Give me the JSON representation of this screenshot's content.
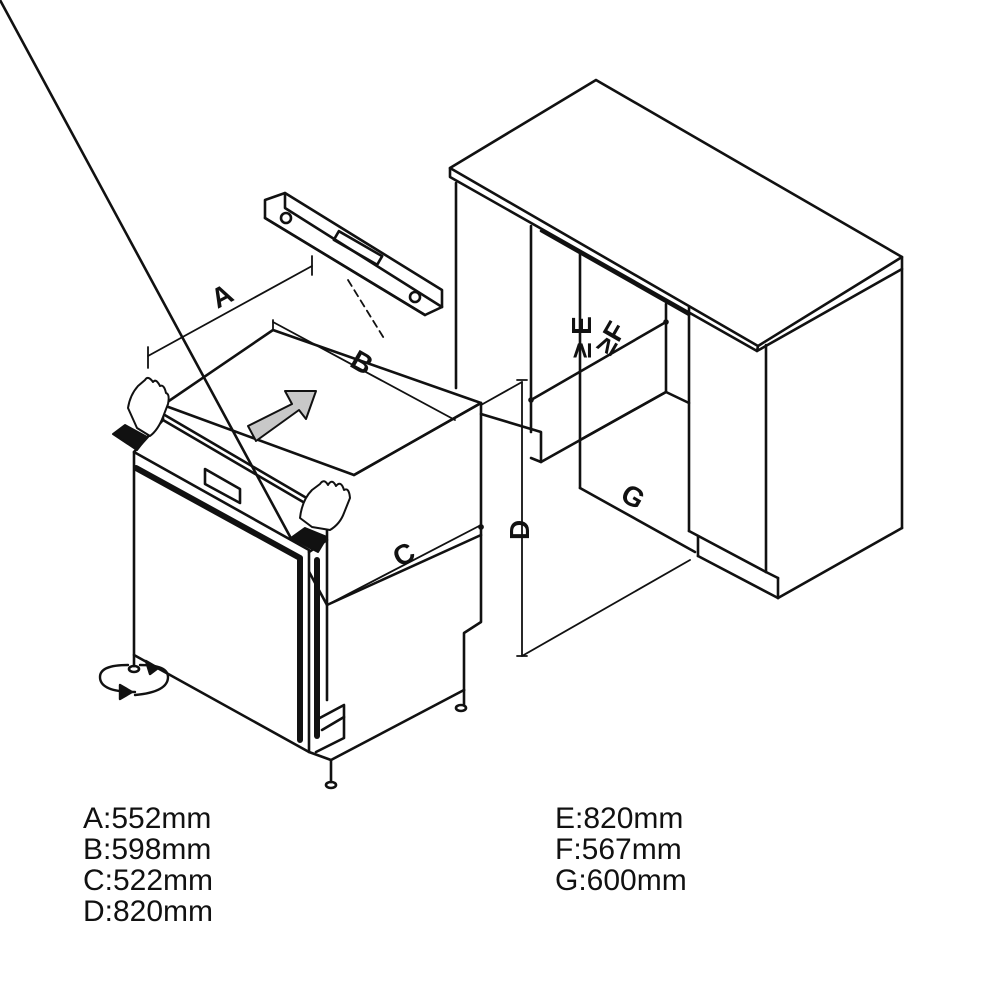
{
  "labels": {
    "A": "A",
    "B": "B",
    "C": "C",
    "D": "D",
    "E": "≥ E",
    "F": "≥F",
    "G": "G"
  },
  "dimensions_left": [
    "A:552mm",
    "B:598mm",
    "C:522mm",
    "D:820mm"
  ],
  "dimensions_right": [
    "E:820mm",
    "F:567mm",
    "G:600mm"
  ],
  "colors": {
    "line": "#111111",
    "arrow_fill": "#c8c8c8",
    "background": "#ffffff"
  }
}
